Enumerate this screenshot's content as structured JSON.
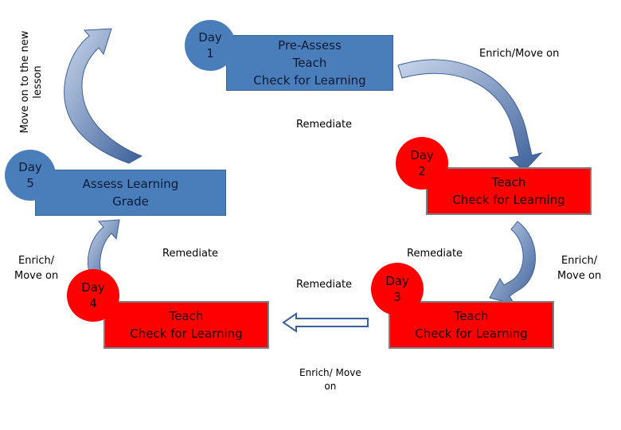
{
  "colors": {
    "blue_box": "#4a7ebb",
    "red_box": "#ff0000",
    "arrow": "#3b5f99"
  },
  "top_box": {
    "lines": [
      "Pre-Assess",
      "Teach",
      "Check for Learning"
    ]
  },
  "day1": {
    "lines": [
      "Day",
      "1"
    ]
  },
  "day2": {
    "lines": [
      "Day",
      "2"
    ]
  },
  "day3": {
    "lines": [
      "Day",
      "3"
    ]
  },
  "day4": {
    "lines": [
      "Day",
      "4"
    ]
  },
  "day5": {
    "lines": [
      "Day",
      "5"
    ]
  },
  "assess_box": {
    "lines": [
      "Assess Learning",
      "Grade"
    ]
  },
  "day2_box": {
    "lines": [
      "Teach",
      "Check for Learning"
    ]
  },
  "day3_box": {
    "lines": [
      "Teach",
      "Check for Learning"
    ]
  },
  "day4_box": {
    "lines": [
      "Teach",
      "Check for Learning"
    ]
  },
  "labels": {
    "enrich_top": "Enrich/Move on",
    "remediate_top": "Remediate",
    "remediate_day2": "Remediate",
    "remediate_day3": "Remediate",
    "remediate_day4": "Remediate",
    "enrich_right_1": "Enrich/",
    "enrich_right_2": "Move on",
    "enrich_bottom_1": "Enrich/ Move",
    "enrich_bottom_2": "on",
    "enrich_left_1": "Enrich/",
    "enrich_left_2": "Move on",
    "new_lesson_1": "Move on to the new",
    "new_lesson_2": "lesson"
  }
}
